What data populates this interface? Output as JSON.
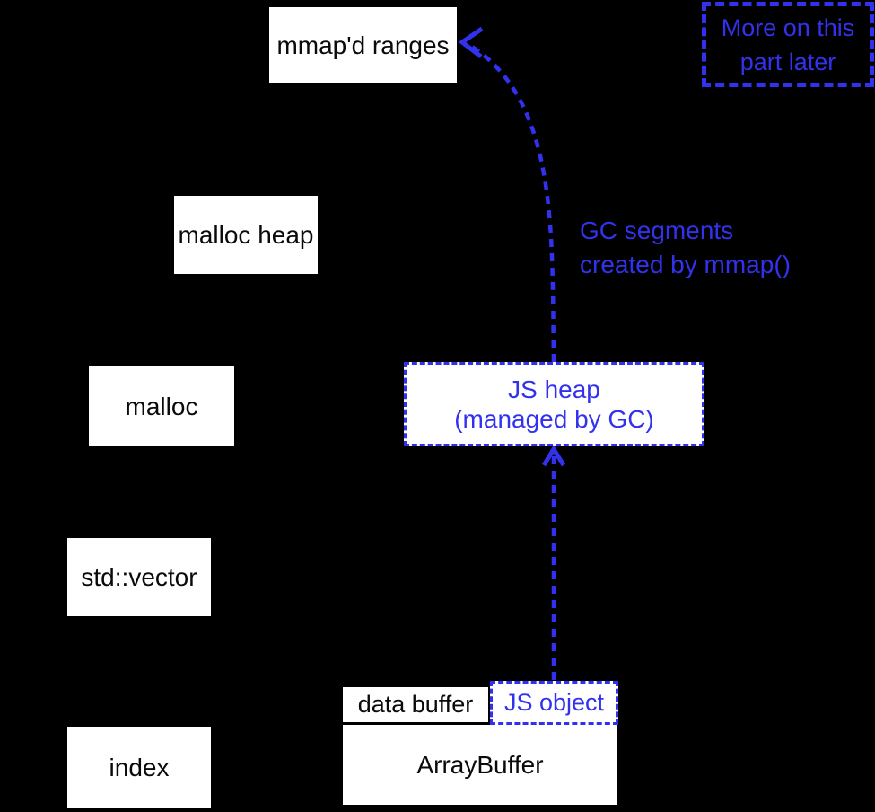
{
  "colors": {
    "background": "#000000",
    "accent_blue": "#3232ee",
    "box_background": "#ffffff",
    "box_text": "#0a0a0a"
  },
  "boxes": {
    "mmap_ranges": {
      "label": "mmap'd ranges"
    },
    "note": {
      "line1": "More on this",
      "line2": "part later"
    },
    "malloc_heap": {
      "label": "malloc heap"
    },
    "malloc": {
      "label": "malloc"
    },
    "js_heap": {
      "line1": "JS heap",
      "line2": "(managed by GC)"
    },
    "std_vector": {
      "label": "std::vector"
    },
    "index": {
      "label": "index"
    },
    "data_buffer": {
      "label": "data buffer"
    },
    "js_object": {
      "label": "JS object"
    },
    "array_buffer": {
      "label": "ArrayBuffer"
    }
  },
  "annotations": {
    "gc_segments": {
      "line1": "GC segments",
      "line2": "created by mmap()"
    }
  }
}
